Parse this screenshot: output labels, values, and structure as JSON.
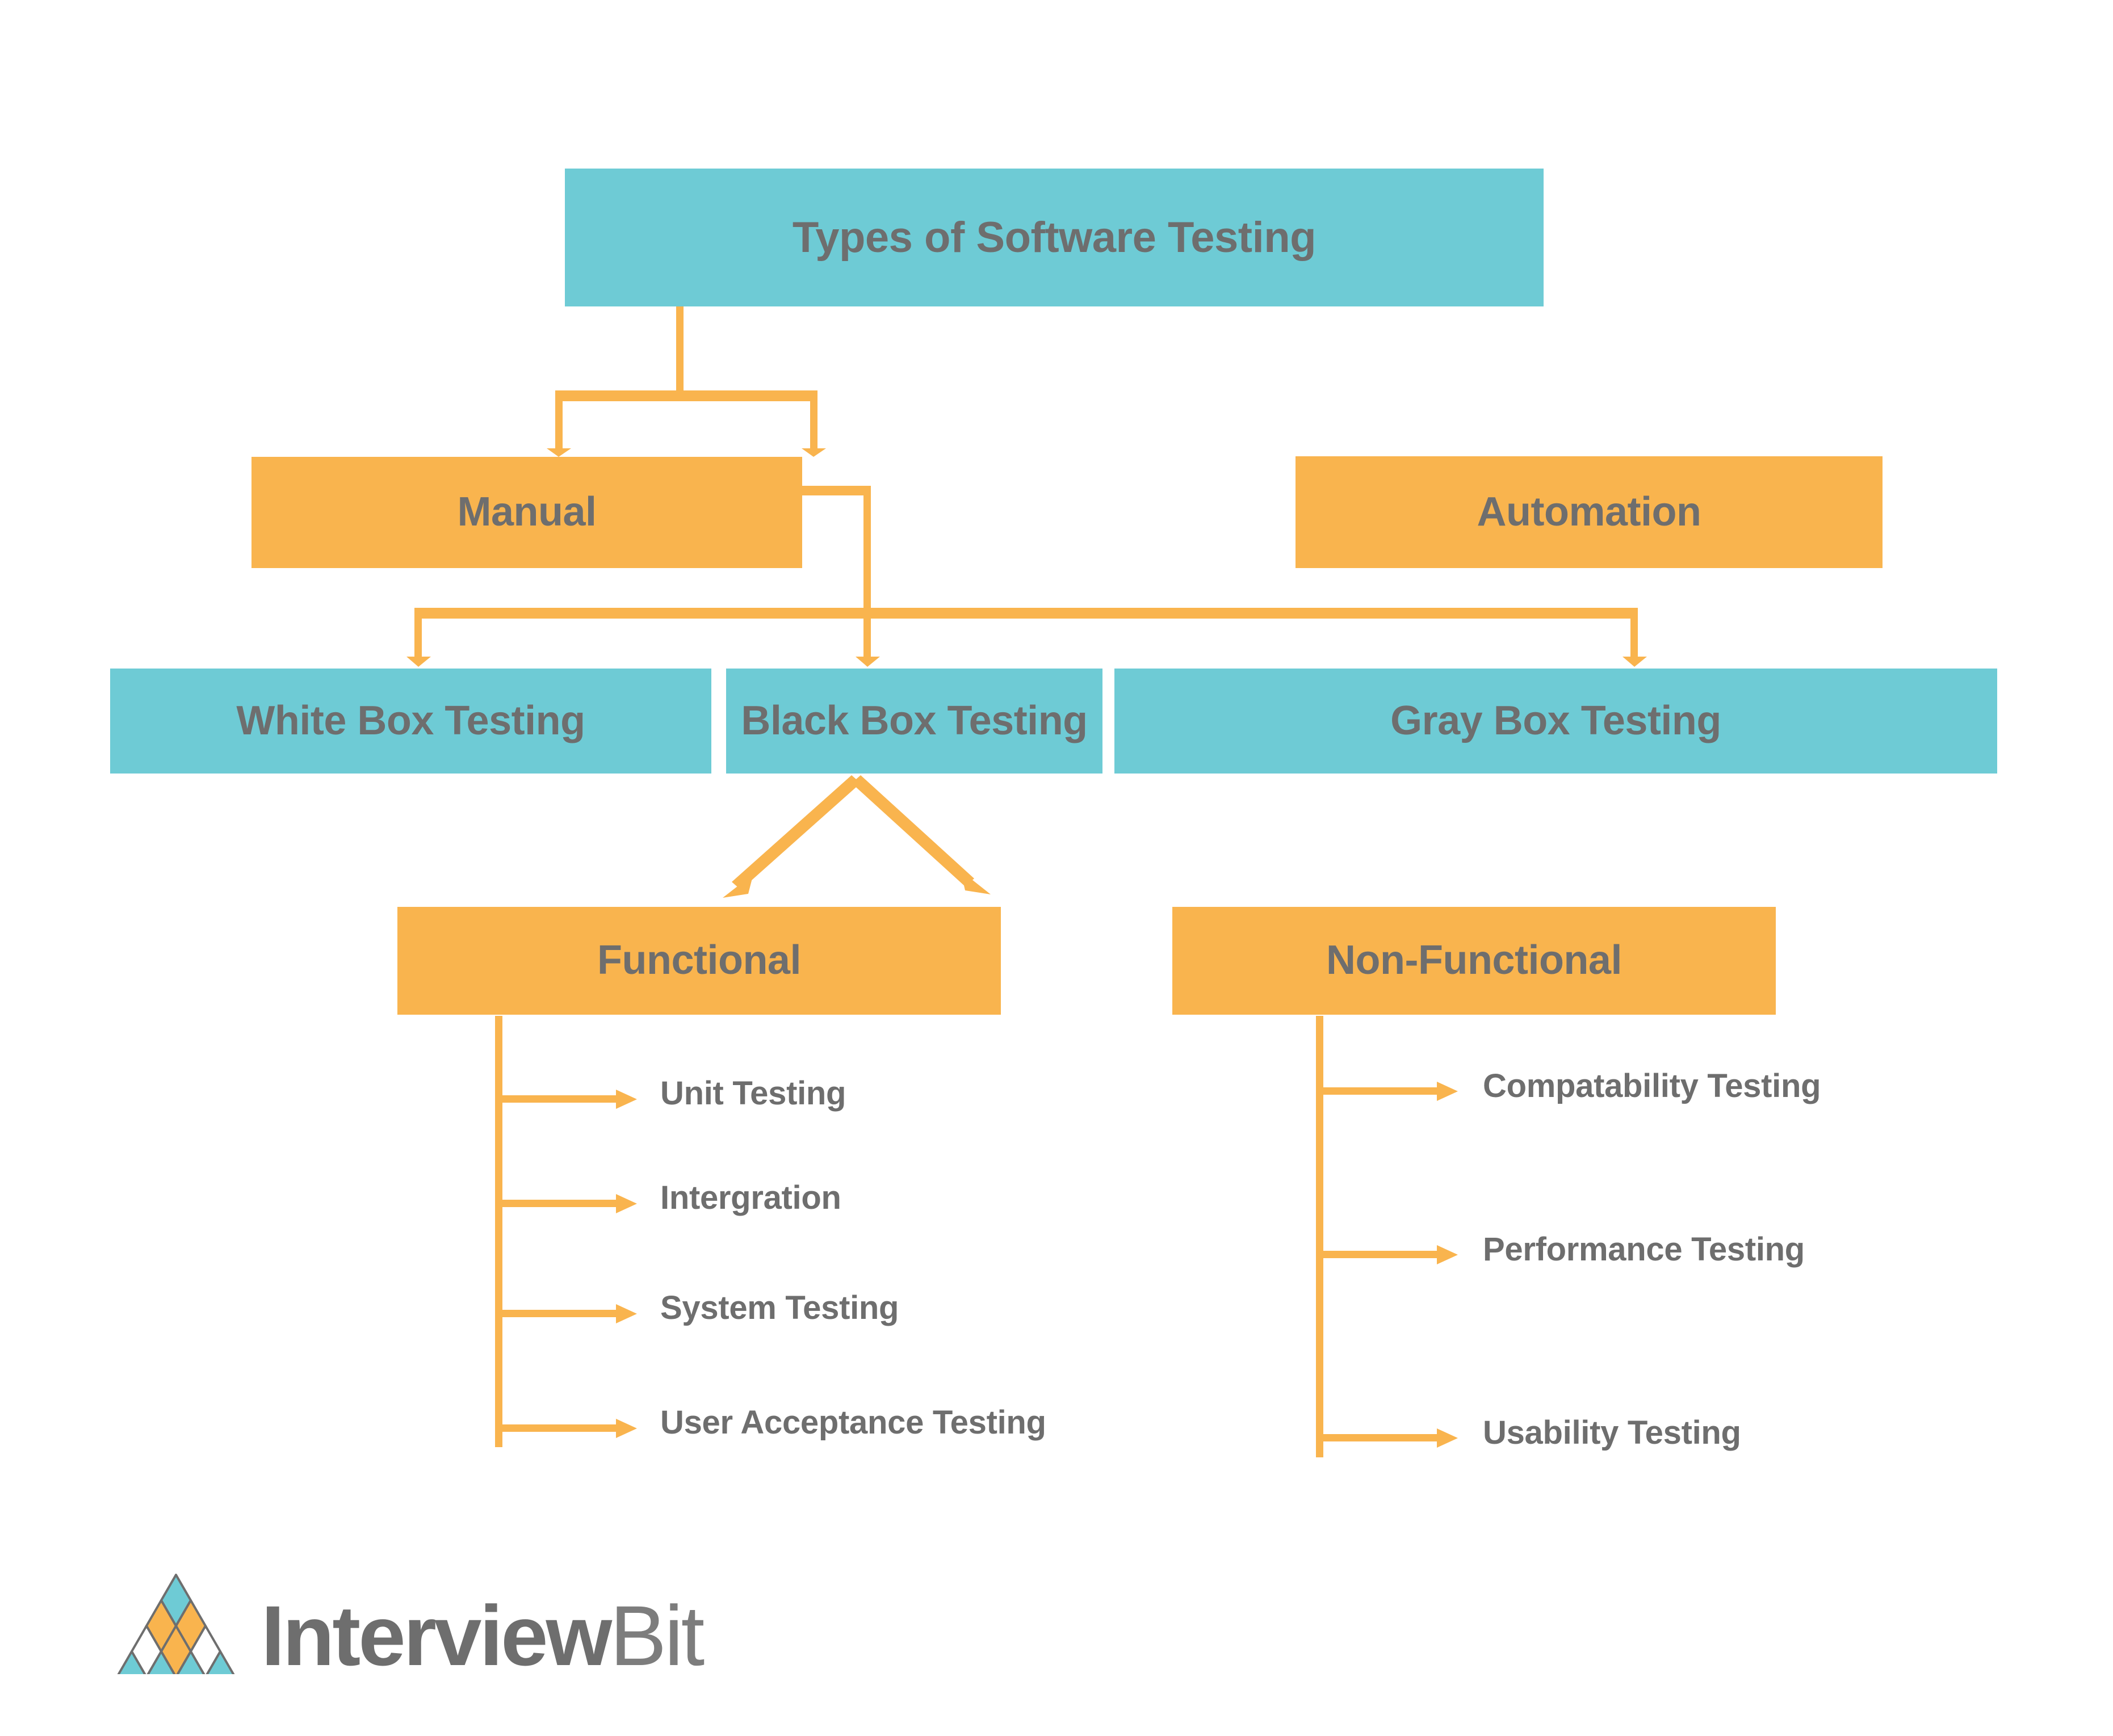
{
  "diagram": {
    "title": "Types of Software Testing",
    "root": {
      "label": "Types of Software Testing",
      "color": "#6ecbd5"
    },
    "level2": [
      {
        "label": "Manual",
        "color": "#f9b44e"
      },
      {
        "label": "Automation",
        "color": "#f9b44e"
      }
    ],
    "level3": [
      {
        "label": "White Box Testing",
        "color": "#6ecbd5"
      },
      {
        "label": "Black Box Testing",
        "color": "#6ecbd5"
      },
      {
        "label": "Gray Box Testing",
        "color": "#6ecbd5"
      }
    ],
    "level4": [
      {
        "label": "Functional",
        "color": "#f9b44e"
      },
      {
        "label": "Non-Functional",
        "color": "#f9b44e"
      }
    ],
    "functional_items": [
      "Unit Testing",
      "Intergration",
      "System Testing",
      "User Acceptance Testing"
    ],
    "non_functional_items": [
      "Compatability Testing",
      "Performance Testing",
      "Usability Testing"
    ],
    "colors": {
      "teal": "#6ecbd5",
      "amber": "#f9b44e",
      "connector": "#f9b44e",
      "text": "#6e6e6e",
      "background": "#ffffff"
    }
  },
  "logo": {
    "name_bold": "Interview",
    "name_light": "Bit",
    "mark_colors": {
      "top": "#6ecbd5",
      "middle": "#f9b44e",
      "bottom": "#6ecbd5",
      "outline": "#6e6e6e"
    }
  }
}
